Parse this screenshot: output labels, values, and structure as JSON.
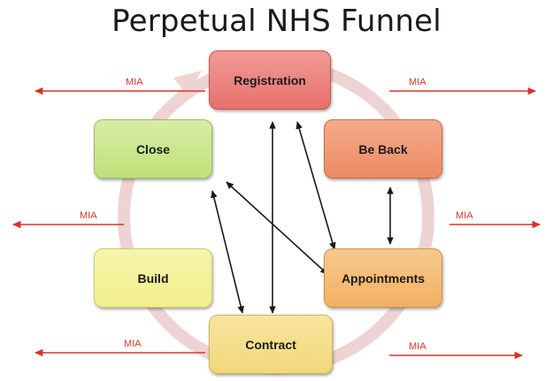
{
  "title": "Perpetual NHS Funnel",
  "stages": {
    "registration": "Registration",
    "be_back": "Be Back",
    "appointments": "Appointments",
    "contract": "Contract",
    "build": "Build",
    "close": "Close"
  },
  "mia_label": "MIA",
  "colors": {
    "registration": "#e8716c",
    "be_back": "#ec8a62",
    "appointments": "#f2b162",
    "contract": "#f1d87a",
    "build": "#f1ef8b",
    "close": "#bfe17a",
    "mia_arrow": "#d8342b",
    "cycle_ring": "#eed3d3"
  }
}
